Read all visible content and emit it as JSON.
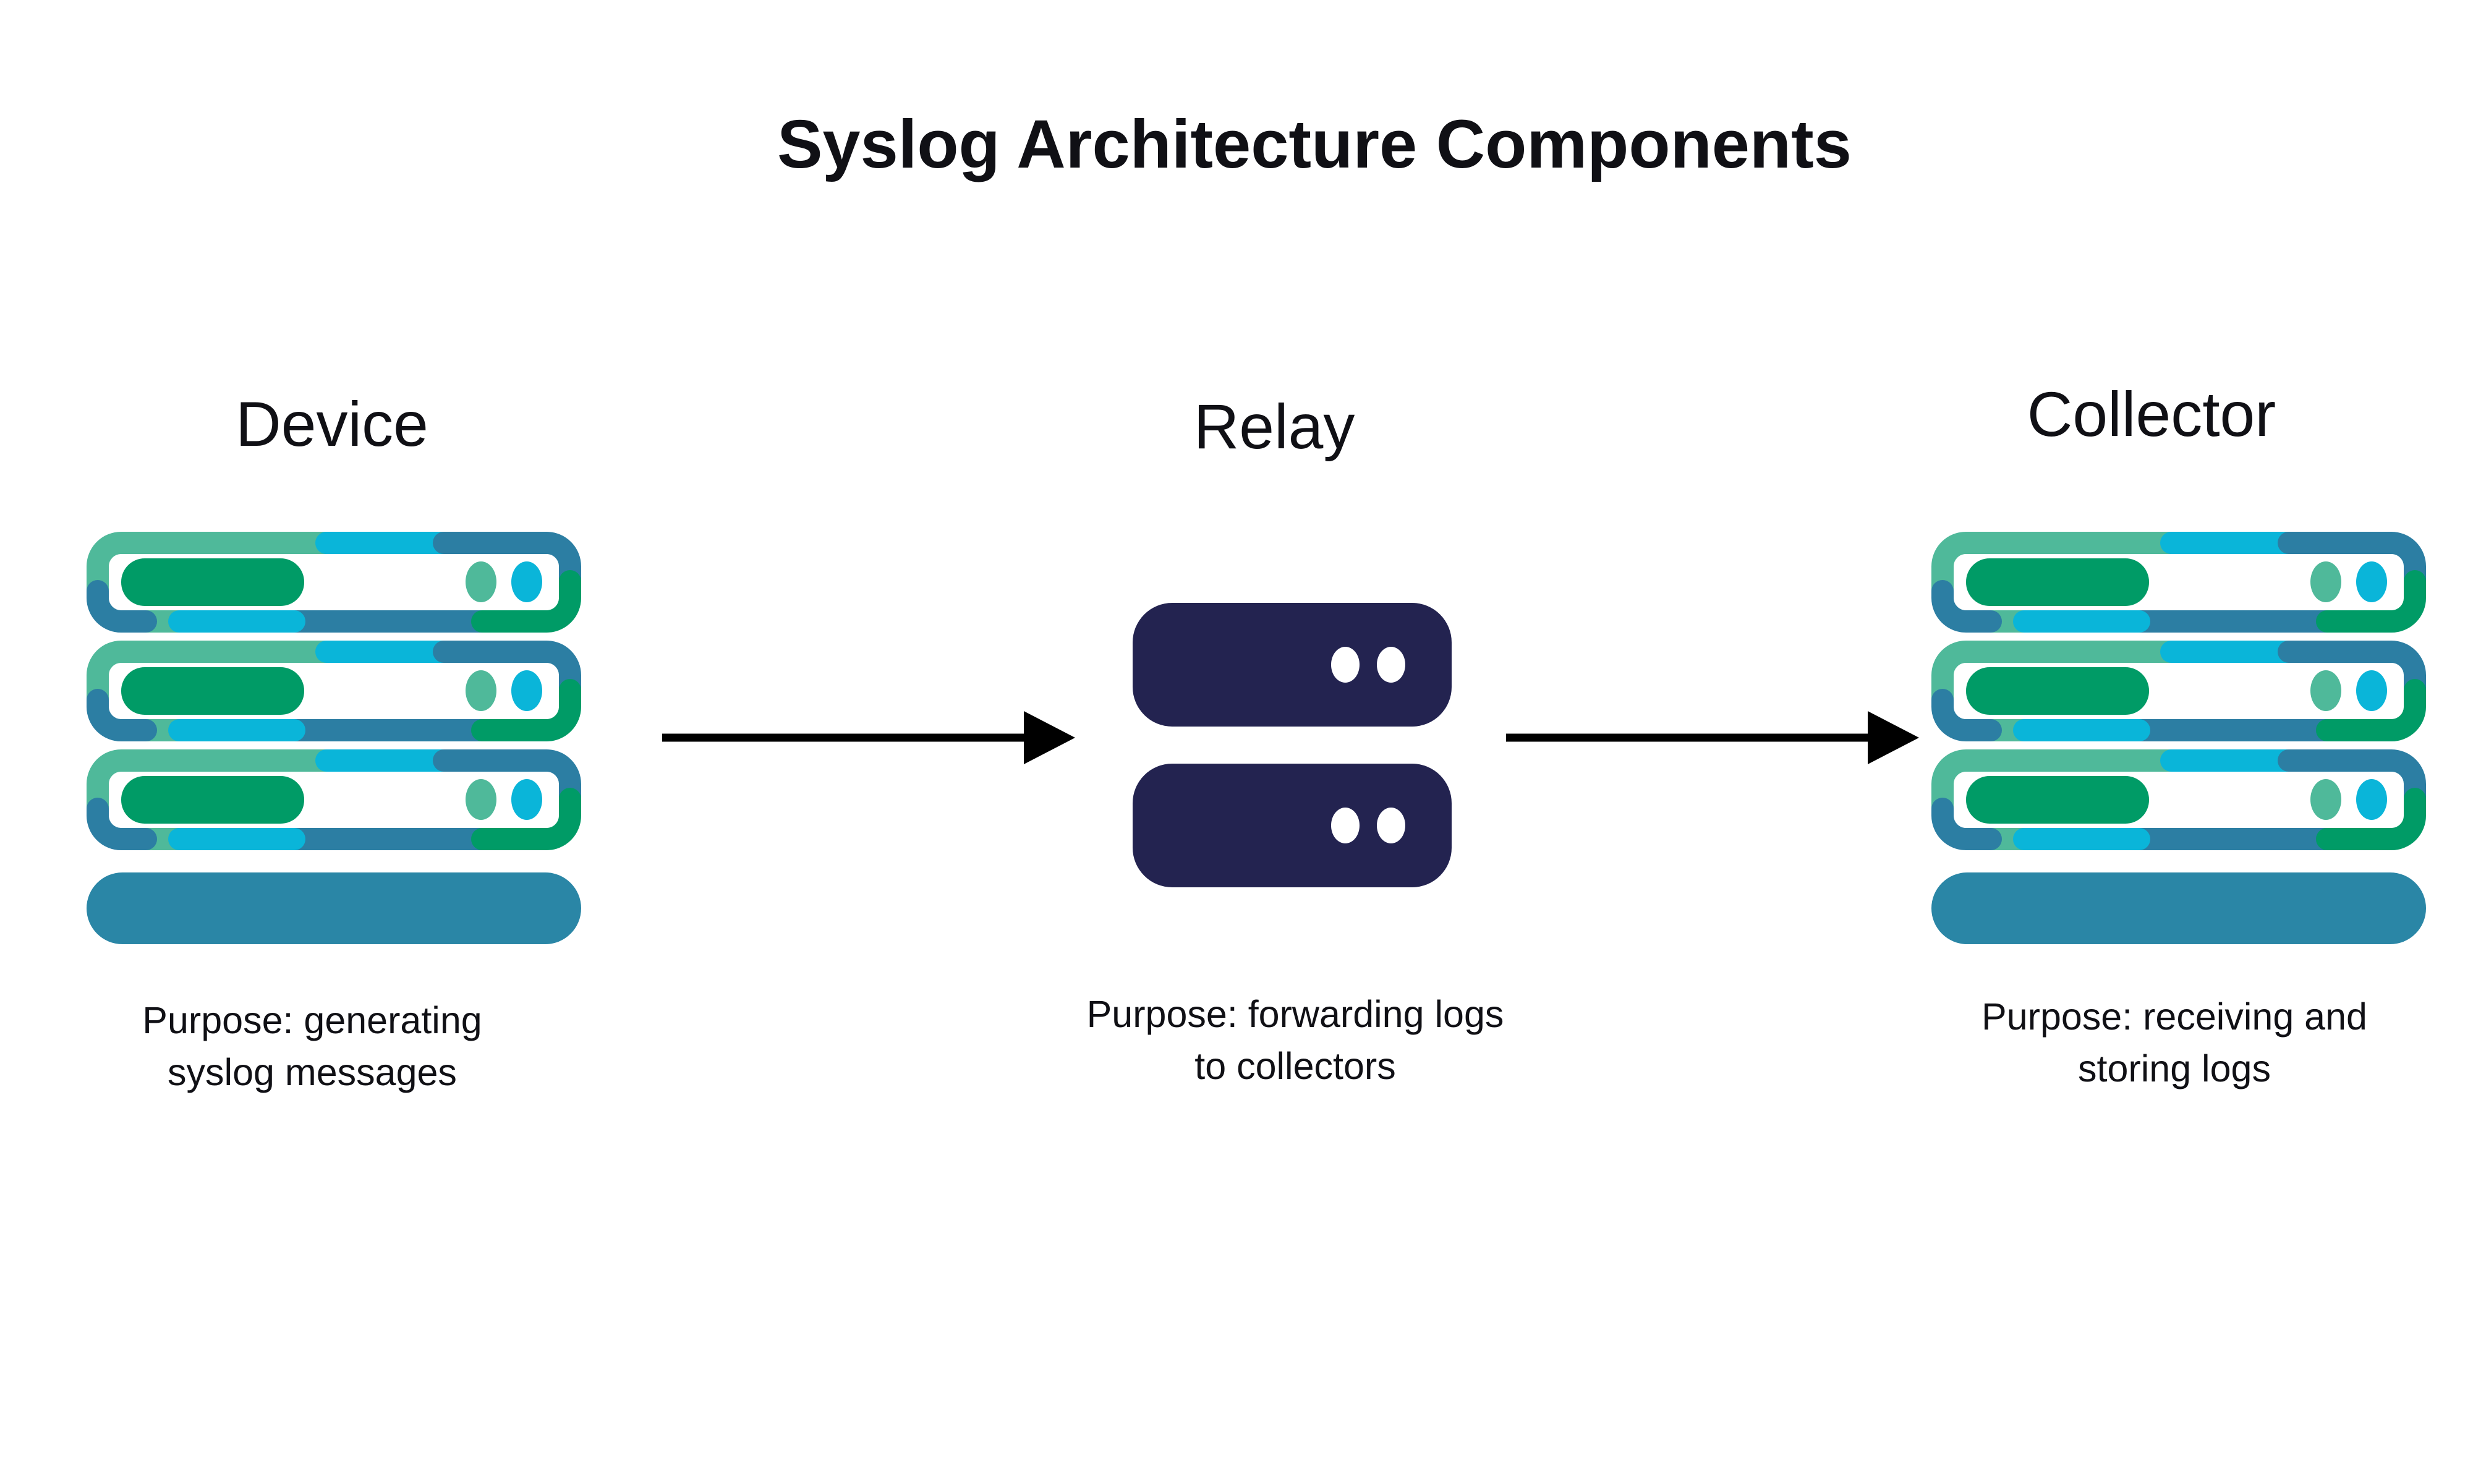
{
  "title": "Syslog Architecture Components",
  "components": [
    {
      "id": "device",
      "label": "Device",
      "icon": "server-stack-icon",
      "purpose_lines": [
        "Purpose: generating",
        "syslog messages"
      ]
    },
    {
      "id": "relay",
      "label": "Relay",
      "icon": "relay-servers-icon",
      "purpose_lines": [
        "Purpose: forwarding logs",
        "to collectors"
      ]
    },
    {
      "id": "collector",
      "label": "Collector",
      "icon": "server-stack-icon",
      "purpose_lines": [
        "Purpose: receiving and",
        "storing logs"
      ]
    }
  ],
  "connections": [
    {
      "from": "Device",
      "to": "Relay"
    },
    {
      "from": "Relay",
      "to": "Collector"
    }
  ],
  "colors": {
    "bg": "#FFFFFF",
    "ink": "#101015",
    "arrow": "#000000",
    "seagreen": "#4FB99A",
    "cyan": "#0AB5D9",
    "steelblue": "#2C7EA3",
    "green": "#009B66",
    "basebar": "#2A86A6",
    "navy": "#232350",
    "white": "#FFFFFF"
  }
}
